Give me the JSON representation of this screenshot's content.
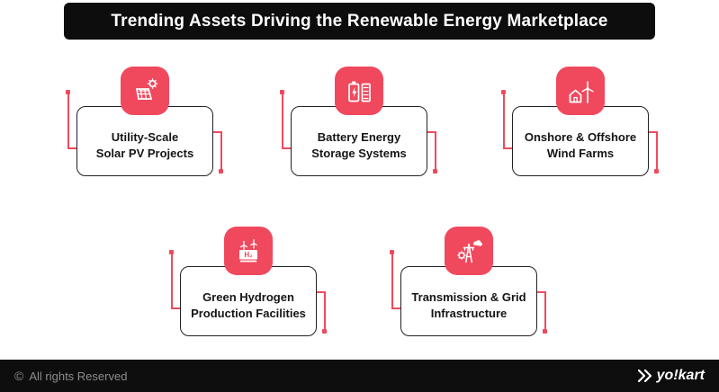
{
  "header": {
    "title": "Trending Assets Driving the Renewable Energy Marketplace"
  },
  "cards": [
    {
      "icon": "solar-panel-sun-icon",
      "line1": "Utility-Scale",
      "line2": "Solar PV Projects"
    },
    {
      "icon": "battery-storage-icon",
      "line1": "Battery Energy",
      "line2": "Storage Systems"
    },
    {
      "icon": "wind-farm-icon",
      "line1": "Onshore & Offshore",
      "line2": "Wind Farms"
    },
    {
      "icon": "hydrogen-plant-icon",
      "icon_text": "H₂",
      "line1": "Green Hydrogen",
      "line2": "Production Facilities"
    },
    {
      "icon": "transmission-grid-icon",
      "line1": "Transmission & Grid",
      "line2": "Infrastructure"
    }
  ],
  "footer": {
    "copyright_symbol": "©",
    "copyright_text": "All rights Reserved",
    "brand": "yo!kart"
  },
  "colors": {
    "accent": "#F0495E",
    "dark_bar": "#0D0D0D",
    "card_border": "#222222"
  }
}
